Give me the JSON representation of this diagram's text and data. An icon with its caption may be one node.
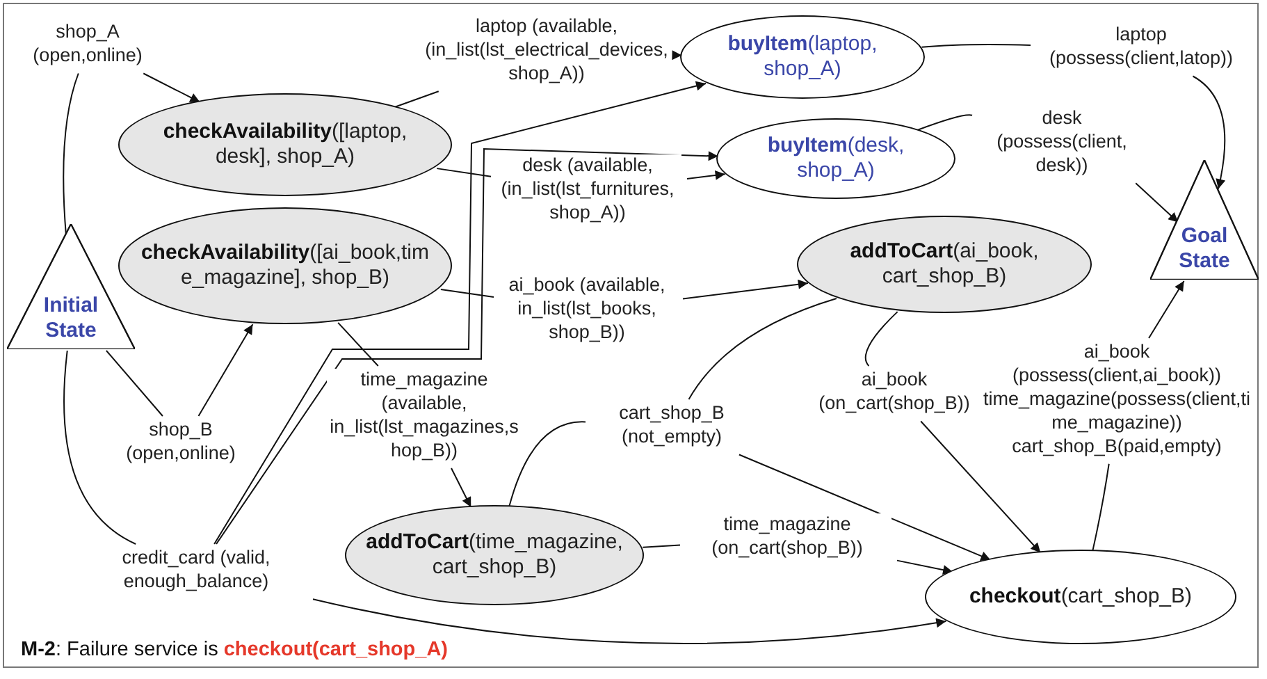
{
  "diagram": {
    "caption": "**M-2**: Failure service is **checkout(cart_shop_A)**",
    "nodes": [
      {
        "text": [
          "Initial State"
        ]
      },
      {
        "text": [
          "shop_A (open,online)"
        ]
      },
      {
        "text": [
          "**checkAvailability**([laptop, desk], shop_A)"
        ]
      },
      {
        "text": [
          "**checkAvailability**([ai_book,time_magazine], shop_B)"
        ]
      },
      {
        "text": [
          "laptop (available, (in_list(lst_electrical_devices,shop_A))"
        ]
      },
      {
        "text": [
          "desk (available, (in_list(lst_furnitures, shop_A))"
        ]
      },
      {
        "text": [
          "ai_book (available, in_list(lst_books, shop_B))"
        ]
      },
      {
        "text": [
          "**buyItem**(laptop, shop_A)"
        ]
      },
      {
        "text": [
          "**buyItem**(desk, shop_A)"
        ]
      },
      {
        "text": [
          "**addToCart**(ai_book, cart_shop_B)"
        ]
      },
      {
        "text": [
          "laptop (possess(client,latop))"
        ]
      },
      {
        "text": [
          "desk (possess(client, desk))"
        ]
      },
      {
        "text": [
          "Goal State"
        ]
      },
      {
        "text": [
          "shop_B (open,online)"
        ]
      },
      {
        "text": [
          "time_magazine (available, in_list(lst_magazines,shop_B))"
        ]
      },
      {
        "text": [
          "cart_shop_B (not_empty)"
        ]
      },
      {
        "text": [
          "ai_book (on_cart(shop_B))"
        ]
      },
      {
        "text": [
          "ai_book (possess(client,ai_book))",
          "time_magazine(possess(client,time_magazine))",
          "cart_shop_B(paid,empty)"
        ]
      },
      {
        "text": [
          "credit_card (valid, enough_balance)"
        ]
      },
      {
        "text": [
          "**addToCart**(time_magazine, cart_shop_B)"
        ]
      },
      {
        "text": [
          "time_magazine (on_cart(shop_B))"
        ]
      },
      {
        "text": [
          "**checkout**(cart_shop_B)"
        ]
      }
    ],
    "edges": [
      {
        "from": 0,
        "to": 1,
        "arrow": "none"
      },
      {
        "from": 1,
        "to": 2,
        "arrow": "to"
      },
      {
        "from": 2,
        "to": 4,
        "arrow": "none"
      },
      {
        "from": 4,
        "to": 7,
        "arrow": "to"
      },
      {
        "from": 2,
        "to": 5,
        "arrow": "none"
      },
      {
        "from": 5,
        "to": 8,
        "arrow": "to"
      },
      {
        "from": 3,
        "to": 6,
        "arrow": "none"
      },
      {
        "from": 6,
        "to": 9,
        "arrow": "to"
      },
      {
        "from": 0,
        "to": 13,
        "arrow": "none"
      },
      {
        "from": 13,
        "to": 3,
        "arrow": "to"
      },
      {
        "from": 3,
        "to": 14,
        "arrow": "none"
      },
      {
        "from": 14,
        "to": 19,
        "arrow": "to"
      },
      {
        "from": 0,
        "to": 18,
        "arrow": "none"
      },
      {
        "from": 18,
        "to": 7,
        "arrow": "to"
      },
      {
        "from": 18,
        "to": 8,
        "arrow": "to"
      },
      {
        "from": 18,
        "to": 21,
        "arrow": "to"
      },
      {
        "from": 7,
        "to": 10,
        "arrow": "none"
      },
      {
        "from": 10,
        "to": 12,
        "arrow": "to"
      },
      {
        "from": 8,
        "to": 11,
        "arrow": "none"
      },
      {
        "from": 11,
        "to": 12,
        "arrow": "to"
      },
      {
        "from": 9,
        "to": 16,
        "arrow": "none"
      },
      {
        "from": 16,
        "to": 21,
        "arrow": "to"
      },
      {
        "from": 9,
        "to": 15,
        "arrow": "none"
      },
      {
        "from": 19,
        "to": 15,
        "arrow": "none"
      },
      {
        "from": 15,
        "to": 21,
        "arrow": "to"
      },
      {
        "from": 19,
        "to": 20,
        "arrow": "none"
      },
      {
        "from": 20,
        "to": 21,
        "arrow": "to"
      },
      {
        "from": 21,
        "to": 17,
        "arrow": "none"
      },
      {
        "from": 17,
        "to": 12,
        "arrow": "to"
      }
    ]
  }
}
